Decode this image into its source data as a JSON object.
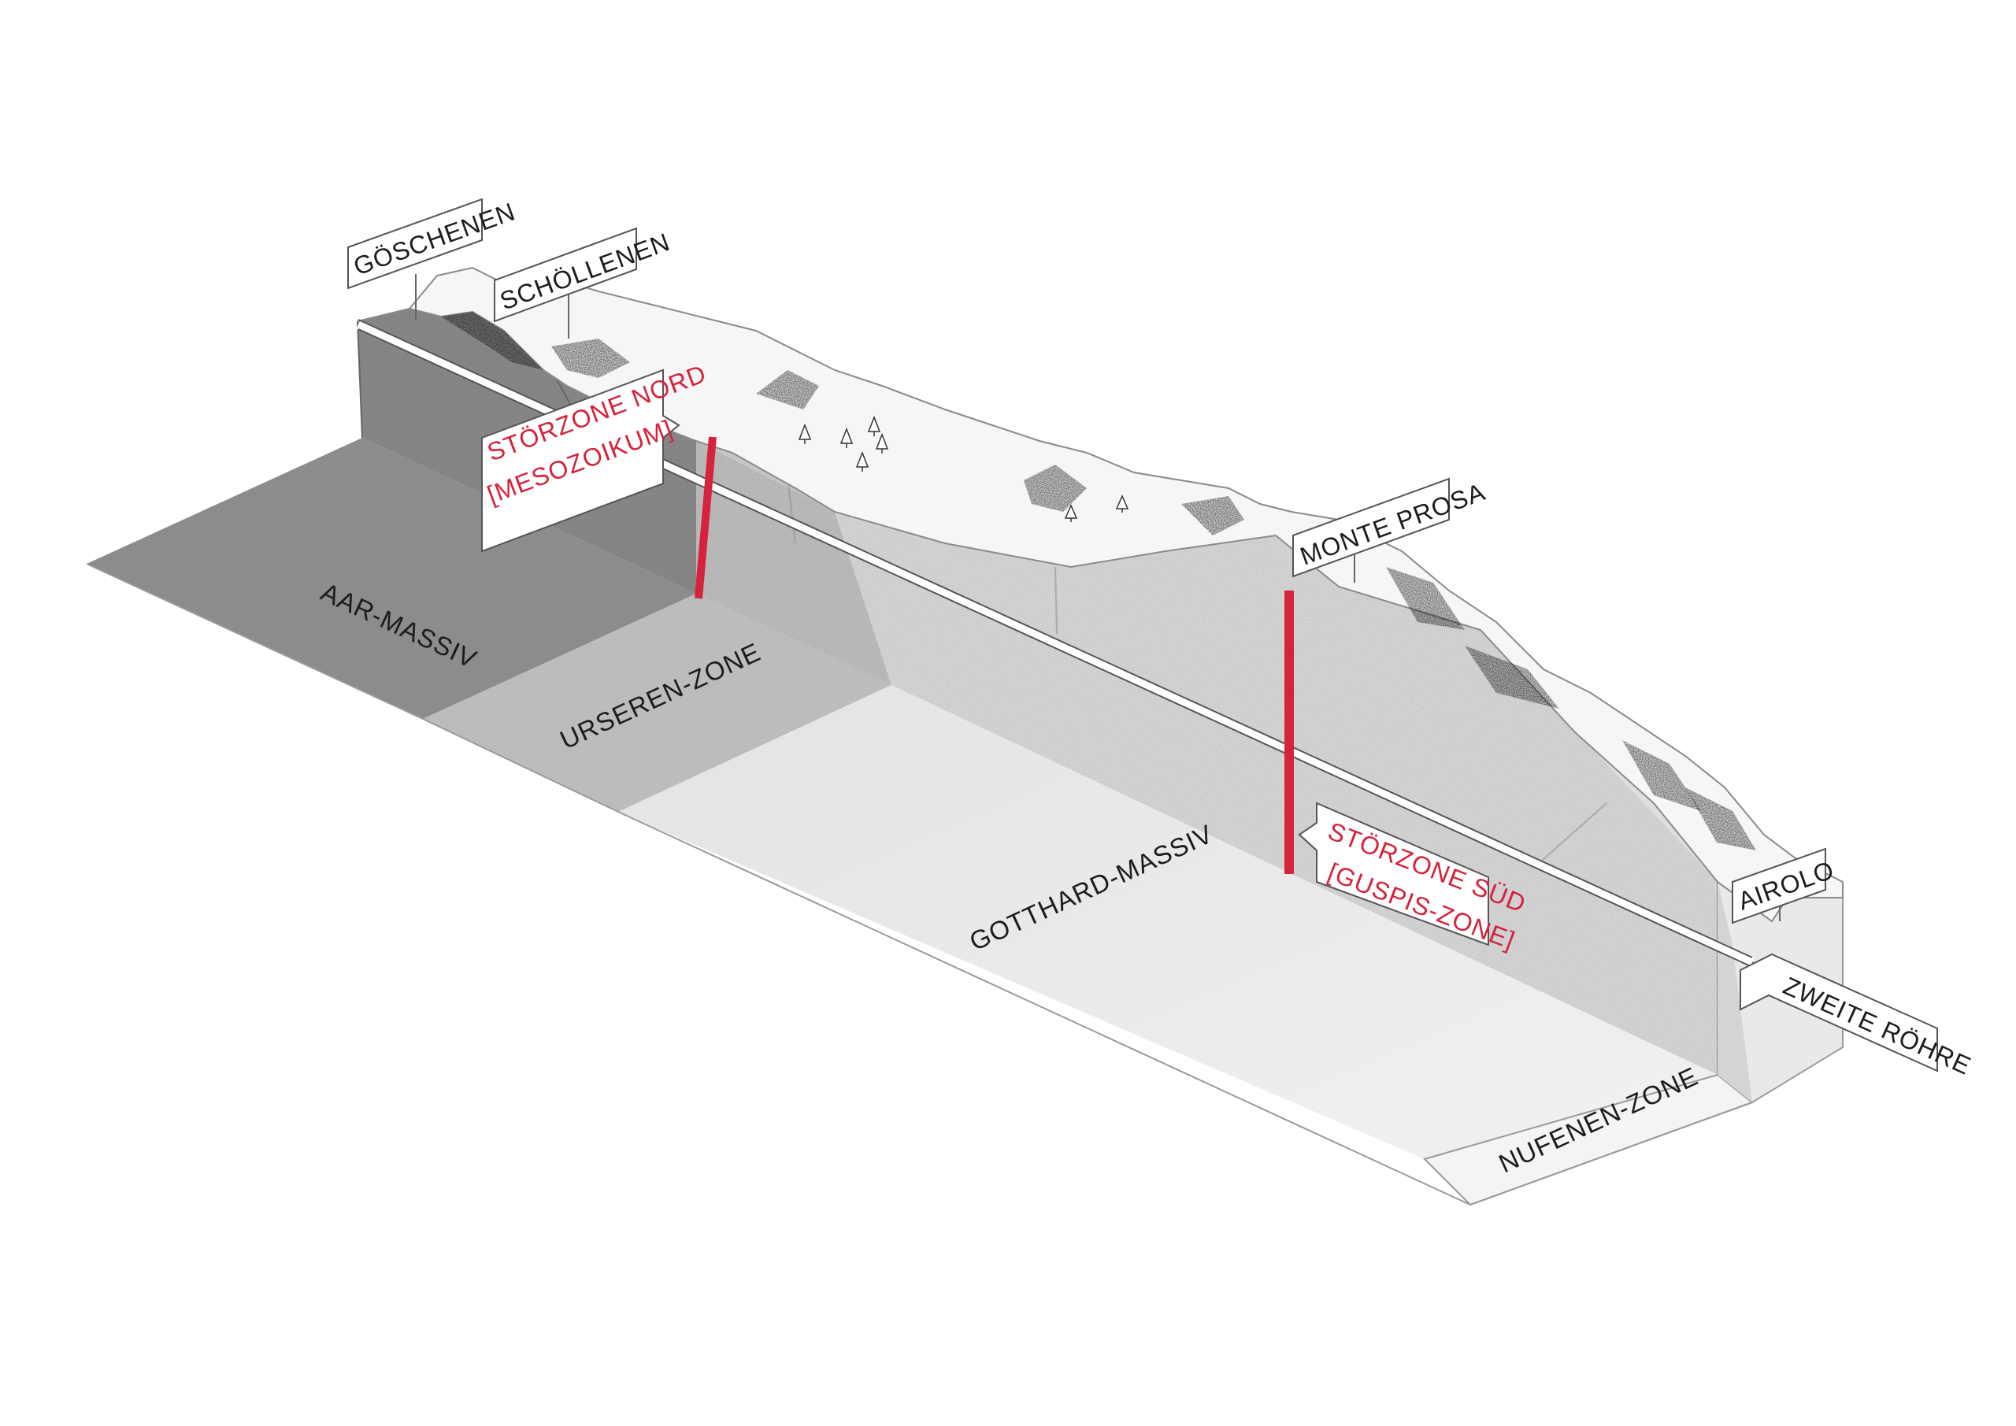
{
  "places": {
    "goeschenen": "GÖSCHENEN",
    "schoellenen": "SCHÖLLENEN",
    "monte_prosa": "MONTE PROSA",
    "airolo": "AIROLO",
    "zweite_roehre": "ZWEITE RÖHRE"
  },
  "zones": {
    "aar": "AAR-MASSIV",
    "urseren": "URSEREN-ZONE",
    "gotthard": "GOTTHARD-MASSIV",
    "nufenen": "NUFENEN-ZONE"
  },
  "fault_zones": {
    "nord": {
      "line1": "STÖRZONE NORD",
      "line2": "[MESOZOIKUM]"
    },
    "sued": {
      "line1": "STÖRZONE SÜD",
      "line2": "[GUSPIS-ZONE]"
    }
  },
  "colors": {
    "fault": "#d6223c",
    "aar": "#8f8f8f",
    "urseren": "#bdbdbd",
    "gotthard": "#e6e6e6",
    "nufenen": "#f3f3f3",
    "snow": "#f7f7f7"
  }
}
